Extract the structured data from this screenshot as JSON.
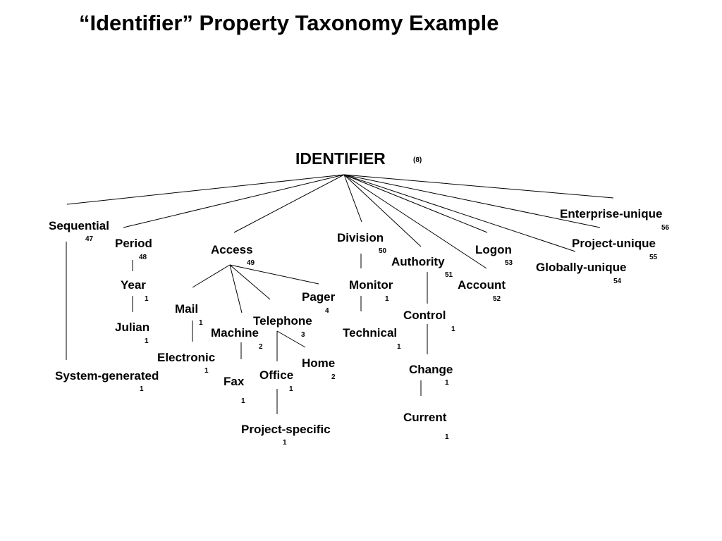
{
  "title": "“Identifier” Property Taxonomy Example",
  "root": {
    "label": "IDENTIFIER",
    "count": "(8)"
  },
  "nodes": {
    "sequential": {
      "label": "Sequential",
      "count": "47"
    },
    "system_generated": {
      "label": "System-generated",
      "count": "1"
    },
    "period": {
      "label": "Period",
      "count": "48"
    },
    "year": {
      "label": "Year",
      "count": "1"
    },
    "julian": {
      "label": "Julian",
      "count": "1"
    },
    "access": {
      "label": "Access",
      "count": "49"
    },
    "mail": {
      "label": "Mail",
      "count": "1"
    },
    "electronic": {
      "label": "Electronic",
      "count": "1"
    },
    "machine": {
      "label": "Machine",
      "count": "2"
    },
    "fax": {
      "label": "Fax",
      "count": "1"
    },
    "telephone": {
      "label": "Telephone",
      "count": "3"
    },
    "office": {
      "label": "Office",
      "count": "1"
    },
    "project_specific": {
      "label": "Project-specific",
      "count": "1"
    },
    "home": {
      "label": "Home",
      "count": "2"
    },
    "pager": {
      "label": "Pager",
      "count": "4"
    },
    "division": {
      "label": "Division",
      "count": "50"
    },
    "monitor": {
      "label": "Monitor",
      "count": "1"
    },
    "technical": {
      "label": "Technical",
      "count": "1"
    },
    "authority": {
      "label": "Authority",
      "count": "51"
    },
    "control": {
      "label": "Control",
      "count": "1"
    },
    "change": {
      "label": "Change",
      "count": "1"
    },
    "current": {
      "label": "Current",
      "count": "1"
    },
    "logon": {
      "label": "Logon",
      "count": "53"
    },
    "account": {
      "label": "Account",
      "count": "52"
    },
    "globally_unique": {
      "label": "Globally-unique",
      "count": "54"
    },
    "project_unique": {
      "label": "Project-unique",
      "count": "55"
    },
    "enterprise_unique": {
      "label": "Enterprise-unique",
      "count": "56"
    }
  }
}
